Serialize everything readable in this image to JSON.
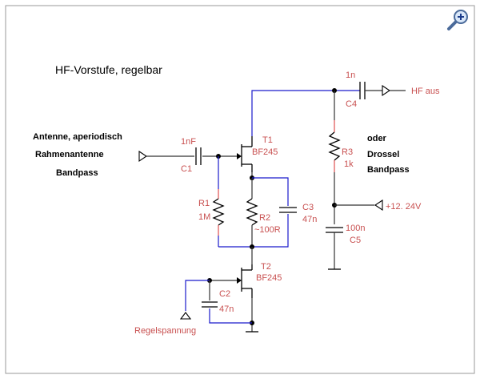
{
  "title": "HF-Vorstufe, regelbar",
  "input_labels": [
    "Antenne, aperiodisch",
    "Rahmenantenne",
    "Bandpass"
  ],
  "output_alt_labels": [
    "oder",
    "Drossel",
    "Bandpass"
  ],
  "components": {
    "c1": {
      "name": "C1",
      "value": "1nF"
    },
    "c2": {
      "name": "C2",
      "value": "47n"
    },
    "c3": {
      "name": "C3",
      "value": "47n"
    },
    "c4": {
      "name": "C4",
      "value": "1n"
    },
    "c5": {
      "name": "C5",
      "value": "100n"
    },
    "r1": {
      "name": "R1",
      "value": "1M"
    },
    "r2": {
      "name": "R2",
      "value": "~100R"
    },
    "r3": {
      "name": "R3",
      "value": "1k"
    },
    "t1": {
      "name": "T1",
      "type": "BF245"
    },
    "t2": {
      "name": "T2",
      "type": "BF245"
    }
  },
  "ports": {
    "hf_out": "HF aus",
    "supply": "+12. 24V",
    "control": "Regelspannung"
  },
  "zoom_icon": "magnifier-plus-icon"
}
